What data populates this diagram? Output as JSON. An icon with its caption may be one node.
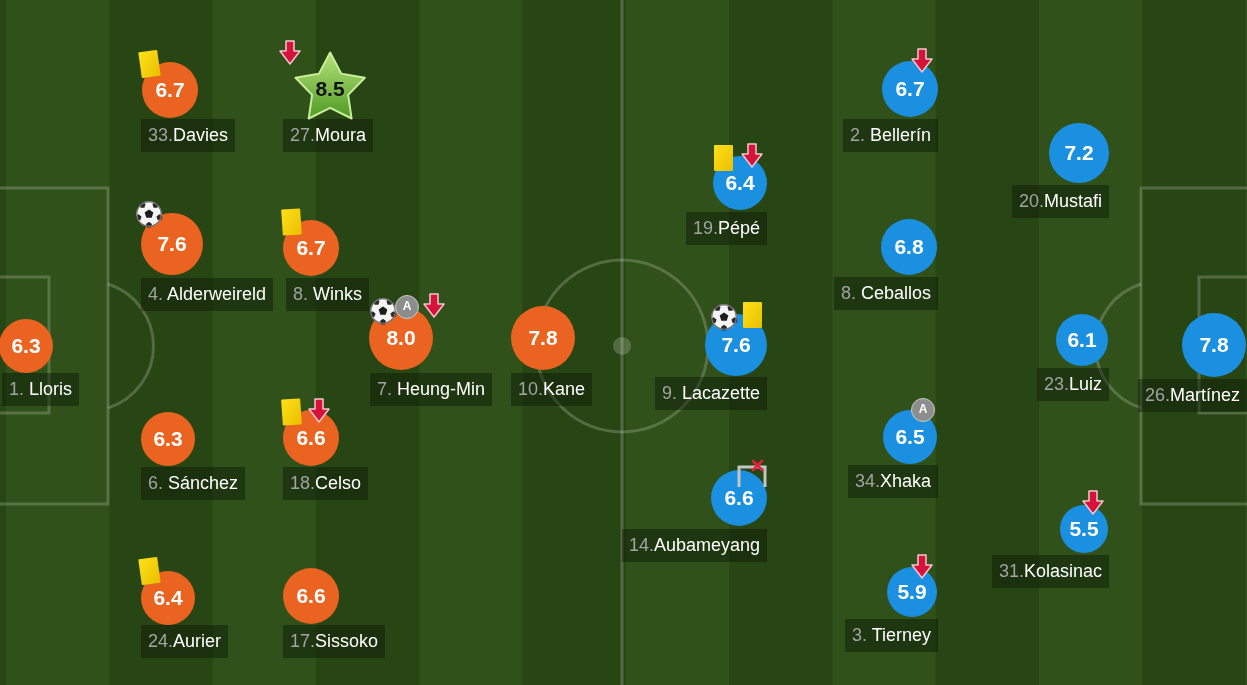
{
  "diagram": {
    "nodes": [
      {
        "text": [
          "6.7"
        ],
        "beside": [
          "33.Davies"
        ]
      },
      {
        "text": [
          "8.5"
        ],
        "beside": [
          "27.Moura"
        ]
      },
      {
        "text": [
          "6.7"
        ],
        "beside": [
          "2. Bellerín"
        ]
      },
      {
        "text": [
          "7.2"
        ],
        "beside": [
          "20.Mustafi"
        ]
      },
      {
        "text": [
          "6.4"
        ],
        "beside": [
          "19.Pépé"
        ]
      },
      {
        "text": [
          "7.6"
        ],
        "beside": [
          "4. Alderweireld"
        ]
      },
      {
        "text": [
          "6.7"
        ],
        "beside": [
          "8. Winks"
        ]
      },
      {
        "text": [
          "6.8"
        ],
        "beside": [
          "8. Ceballos"
        ]
      },
      {
        "text": [
          "6.3"
        ],
        "beside": [
          "1. Lloris"
        ]
      },
      {
        "text": [
          "8.0"
        ],
        "beside": [
          "7. Heung-Min"
        ]
      },
      {
        "text": [
          "7.8"
        ],
        "beside": [
          "10.Kane"
        ]
      },
      {
        "text": [
          "7.6"
        ],
        "beside": [
          "9. Lacazette"
        ]
      },
      {
        "text": [
          "6.1"
        ],
        "beside": [
          "23.Luiz"
        ]
      },
      {
        "text": [
          "7.8"
        ],
        "beside": [
          "26.Martínez"
        ]
      },
      {
        "text": [
          "6.3"
        ],
        "beside": [
          "6. Sánchez"
        ]
      },
      {
        "text": [
          "6.6"
        ],
        "beside": [
          "18.Celso"
        ]
      },
      {
        "text": [
          "6.5"
        ],
        "beside": [
          "34.Xhaka"
        ]
      },
      {
        "text": [
          "6.6"
        ],
        "beside": [
          "14.Aubameyang"
        ]
      },
      {
        "text": [
          "5.5"
        ],
        "beside": [
          "31.Kolasinac"
        ]
      },
      {
        "text": [
          "6.4"
        ],
        "beside": [
          "24.Aurier"
        ]
      },
      {
        "text": [
          "6.6"
        ],
        "beside": [
          "17.Sissoko"
        ]
      },
      {
        "text": [
          "5.9"
        ],
        "beside": [
          "3. Tierney"
        ]
      }
    ],
    "labels": [
      "A",
      "A"
    ]
  }
}
